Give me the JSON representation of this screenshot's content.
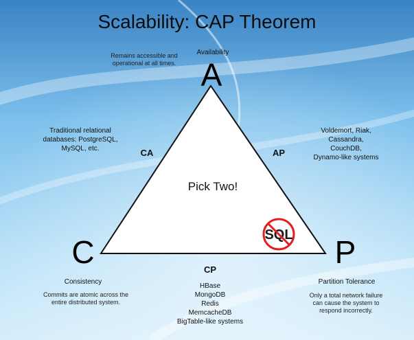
{
  "title": "Scalability: CAP Theorem",
  "center_text": "Pick Two!",
  "availability": {
    "letter": "A",
    "name": "Availability",
    "description": [
      "Remains accessible and",
      "operational at all times."
    ]
  },
  "consistency": {
    "letter": "C",
    "name": "Consistency",
    "description": [
      "Commits are atomic across the",
      "entire distributed system."
    ]
  },
  "partition": {
    "letter": "P",
    "name": "Partition Tolerance",
    "description": [
      "Only a total network failure",
      "can cause the system to",
      "respond incorrectly."
    ]
  },
  "ca": {
    "label": "CA",
    "systems": [
      "Traditional relational",
      "databases: PostgreSQL,",
      "MySQL, etc."
    ]
  },
  "ap": {
    "label": "AP",
    "systems": [
      "Voldemort, Riak,",
      "Cassandra,",
      "CouchDB,",
      "Dynamo-like systems"
    ]
  },
  "cp": {
    "label": "CP",
    "systems": [
      "HBase",
      "MongoDB",
      "Redis",
      "MemcacheDB",
      "BigTable-like systems"
    ]
  },
  "no_sql_badge": {
    "text": "SQL",
    "color": "#e02020"
  },
  "colors": {
    "sky_top": "#3a83c4",
    "sky_mid": "#7cc0ec",
    "sky_light": "#d6eefb"
  }
}
